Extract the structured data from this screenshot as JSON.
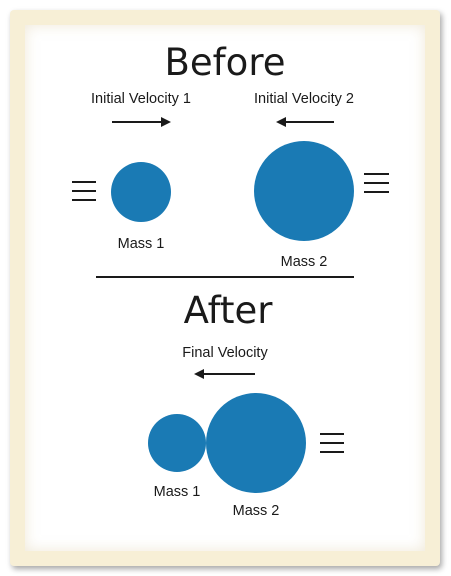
{
  "before": {
    "title": "Before",
    "velocity_1_label": "Initial Velocity 1",
    "velocity_2_label": "Initial Velocity 2",
    "mass_1_label": "Mass 1",
    "mass_2_label": "Mass 2"
  },
  "after": {
    "title": "After",
    "velocity_label": "Final Velocity",
    "mass_1_label": "Mass 1",
    "mass_2_label": "Mass 2"
  },
  "colors": {
    "mass_fill": "#1a7ab4",
    "frame": "#f7efd6",
    "ink": "#1a1a1a"
  }
}
